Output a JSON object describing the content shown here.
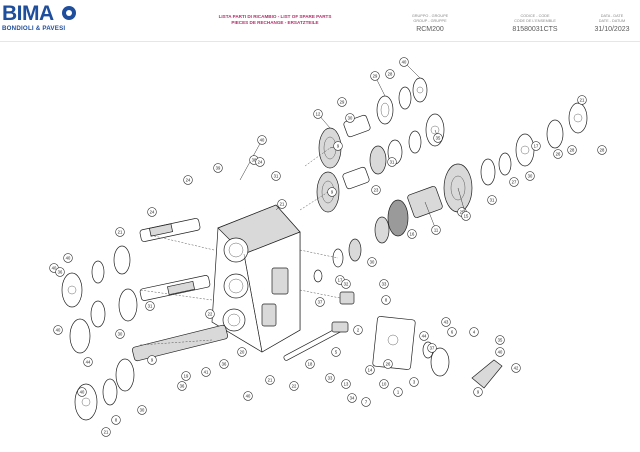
{
  "header": {
    "logo_main": "BIMA",
    "logo_sub": "BONDIOLI & PAVESI",
    "title_lines": [
      "LISTA PARTI DI RICAMBIO - LIST OF SPARE PARTS",
      "PIECES DE RECHANGE - ERSATZTEILE"
    ],
    "meta": [
      {
        "labels": [
          "GRUPPO - GROUPE",
          "GROUP - GRUPPE"
        ],
        "value": "RCM200"
      },
      {
        "labels": [
          "CODICE - CODE",
          "CODE DE L'ENSEMBLE"
        ],
        "value": "81580031CTS"
      },
      {
        "labels": [
          "DATA - DATE",
          "DATE - DATUM"
        ],
        "value": "31/10/2023"
      }
    ]
  },
  "callouts": [
    {
      "id": "c1",
      "label": "40"
    },
    {
      "id": "c2",
      "label": "24"
    },
    {
      "id": "c3",
      "label": "21"
    },
    {
      "id": "c4",
      "label": "40"
    },
    {
      "id": "c5",
      "label": "31"
    },
    {
      "id": "c6",
      "label": "40"
    },
    {
      "id": "c7",
      "label": "22"
    },
    {
      "id": "c8",
      "label": "44"
    },
    {
      "id": "c9",
      "label": "36"
    },
    {
      "id": "c10",
      "label": "30"
    },
    {
      "id": "c11",
      "label": "12"
    },
    {
      "id": "c12",
      "label": "9"
    },
    {
      "id": "c13",
      "label": "29"
    },
    {
      "id": "c14",
      "label": "23"
    },
    {
      "id": "c15",
      "label": "31"
    },
    {
      "id": "c16",
      "label": "16"
    },
    {
      "id": "c17",
      "label": "30"
    },
    {
      "id": "c18",
      "label": "21"
    },
    {
      "id": "c19",
      "label": "9"
    },
    {
      "id": "c20",
      "label": "11"
    },
    {
      "id": "c21",
      "label": "25"
    },
    {
      "id": "c22",
      "label": "35"
    },
    {
      "id": "c23",
      "label": "31"
    },
    {
      "id": "c24",
      "label": "27"
    },
    {
      "id": "c25",
      "label": "30"
    },
    {
      "id": "c26",
      "label": "17"
    },
    {
      "id": "c27",
      "label": "26"
    },
    {
      "id": "c28",
      "label": "28"
    },
    {
      "id": "c29",
      "label": "21"
    },
    {
      "id": "c30",
      "label": "28"
    },
    {
      "id": "c31",
      "label": "40"
    },
    {
      "id": "c32",
      "label": "24"
    },
    {
      "id": "c33",
      "label": "17"
    },
    {
      "id": "c34",
      "label": "32"
    },
    {
      "id": "c35",
      "label": "37"
    },
    {
      "id": "c36",
      "label": "20"
    },
    {
      "id": "c37",
      "label": "36"
    },
    {
      "id": "c38",
      "label": "21"
    },
    {
      "id": "c39",
      "label": "40"
    },
    {
      "id": "c40",
      "label": "8"
    },
    {
      "id": "c41",
      "label": "2"
    },
    {
      "id": "c42",
      "label": "18"
    },
    {
      "id": "c43",
      "label": "10"
    },
    {
      "id": "c44",
      "label": "14"
    },
    {
      "id": "c45",
      "label": "33"
    },
    {
      "id": "c46",
      "label": "13"
    },
    {
      "id": "c47",
      "label": "41"
    },
    {
      "id": "c48",
      "label": "19"
    },
    {
      "id": "c49",
      "label": "38"
    },
    {
      "id": "c50",
      "label": "39"
    },
    {
      "id": "c51",
      "label": "31"
    },
    {
      "id": "c52",
      "label": "5"
    },
    {
      "id": "c53",
      "label": "34"
    },
    {
      "id": "c54",
      "label": "44"
    },
    {
      "id": "c55",
      "label": "6"
    },
    {
      "id": "c56",
      "label": "37"
    },
    {
      "id": "c57",
      "label": "3"
    },
    {
      "id": "c58",
      "label": "1"
    },
    {
      "id": "c59",
      "label": "4"
    },
    {
      "id": "c60",
      "label": "35"
    },
    {
      "id": "c61",
      "label": "42"
    },
    {
      "id": "c62",
      "label": "40"
    },
    {
      "id": "c63",
      "label": "9"
    },
    {
      "id": "c64",
      "label": "15"
    },
    {
      "id": "c65",
      "label": "24"
    },
    {
      "id": "c66",
      "label": "28"
    },
    {
      "id": "c67",
      "label": "29"
    },
    {
      "id": "c68",
      "label": "30"
    },
    {
      "id": "c69",
      "label": "43"
    },
    {
      "id": "c70",
      "label": "7"
    },
    {
      "id": "c71",
      "label": "8"
    },
    {
      "id": "c72",
      "label": "21"
    },
    {
      "id": "c73",
      "label": "40"
    },
    {
      "id": "c74",
      "label": "9"
    },
    {
      "id": "c75",
      "label": "30"
    },
    {
      "id": "c76",
      "label": "33"
    },
    {
      "id": "c77",
      "label": "26"
    },
    {
      "id": "c78",
      "label": "22"
    },
    {
      "id": "c79",
      "label": "40"
    },
    {
      "id": "c80",
      "label": "36"
    }
  ]
}
